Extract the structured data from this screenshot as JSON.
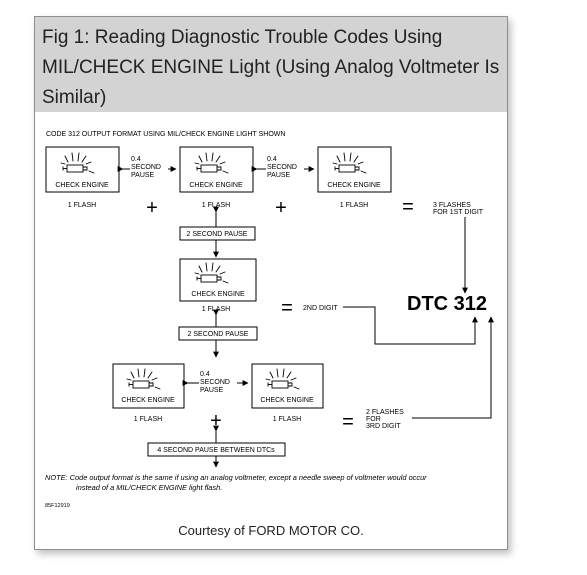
{
  "figure": {
    "title": "Fig 1: Reading Diagnostic Trouble Codes Using MIL/CHECK ENGINE Light (Using Analog Voltmeter Is Similar)",
    "courtesy": "Courtesy of FORD MOTOR CO."
  },
  "diagram": {
    "header": "CODE 312 OUTPUT FORMAT USING MIL/CHECK ENGINE LIGHT SHOWN",
    "lamp_label": "CHECK ENGINE",
    "one_flash": "1 FLASH",
    "pause_short": [
      "0.4",
      "SECOND",
      "PAUSE"
    ],
    "pause_2s": "2 SECOND PAUSE",
    "pause_4s": "4 SECOND PAUSE BETWEEN DTCs",
    "digit1": [
      "3 FLASHES",
      "FOR 1ST DIGIT"
    ],
    "digit2": "2ND DIGIT",
    "digit3": [
      "2 FLASHES",
      "FOR",
      "3RD DIGIT"
    ],
    "dtc": "DTC 312",
    "note": [
      "NOTE: Code output format is the same if using an analog voltmeter, except a needle sweep of voltmeter would occur",
      "instead of a MIL/CHECK ENGINE light flash."
    ],
    "figure_id": "85F12919",
    "plus": "+",
    "equals": "="
  }
}
